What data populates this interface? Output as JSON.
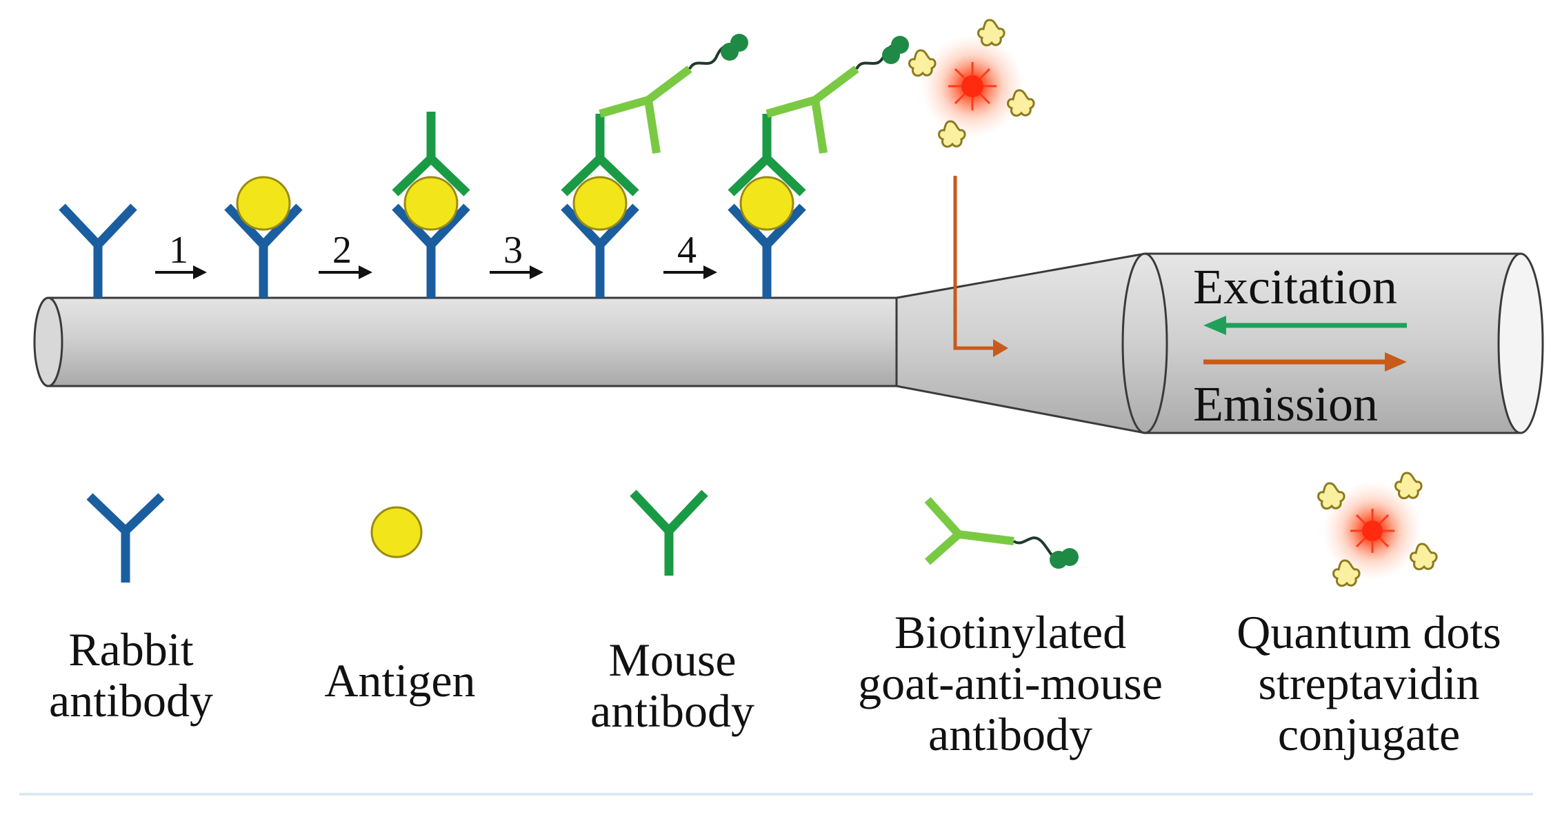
{
  "steps": [
    "1",
    "2",
    "3",
    "4"
  ],
  "fiber": {
    "excitation_label": "Excitation",
    "emission_label": "Emission"
  },
  "legend": {
    "rabbit": [
      "Rabbit",
      "antibody"
    ],
    "antigen": [
      "Antigen"
    ],
    "mouse": [
      "Mouse",
      "antibody"
    ],
    "goat": [
      "Biotinylated",
      "goat-anti-mouse",
      "antibody"
    ],
    "qd": [
      "Quantum dots",
      "streptavidin",
      "conjugate"
    ]
  },
  "colors": {
    "rabbit_antibody": "#1a5ea0",
    "antigen": "#f2e51a",
    "mouse_antibody": "#1a9a45",
    "goat_antibody": "#7ac943",
    "biotin": "#1f8a45",
    "quantum_dot": "#ff3b1a",
    "excitation_arrow": "#1fa05a",
    "emission_arrow": "#c85a1a",
    "fiber": "#c9c9c9"
  }
}
